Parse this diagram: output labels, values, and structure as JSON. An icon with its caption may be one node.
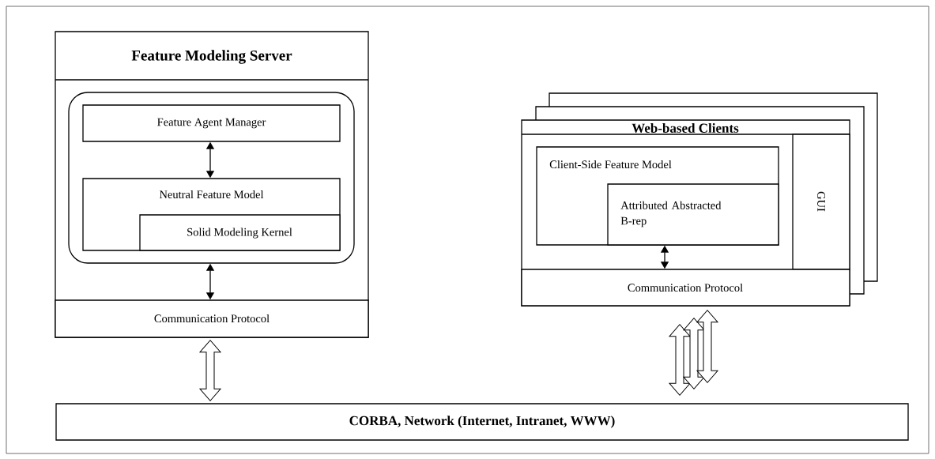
{
  "diagram": {
    "nodes": [
      {
        "text": [
          "Feature Modeling Server"
        ]
      },
      {
        "text": [],
        "shape": "box",
        "in": 0
      },
      {
        "text": [
          "Feature Agent Manager"
        ],
        "in": 1
      },
      {
        "text": [
          "Neutral Feature Model"
        ],
        "in": 1
      },
      {
        "text": [
          "Solid Modeling Kernel"
        ],
        "in": 3
      },
      {
        "text": [
          "Communication Protocol"
        ],
        "in": 0
      },
      {
        "text": [
          "Web-based Clients"
        ]
      },
      {
        "text": [
          "Client-Side Feature Model"
        ],
        "in": 6
      },
      {
        "text": [
          "Attributed Abstracted B-rep"
        ],
        "in": 7
      },
      {
        "text": [
          "GUI"
        ],
        "in": 6
      },
      {
        "text": [
          "Communication Protocol"
        ],
        "in": 6
      },
      {
        "text": [
          "CORBA, Network (Internet, Intranet, WWW)"
        ]
      }
    ],
    "edges": [
      {
        "from": 2,
        "to": 3,
        "arrow": "both"
      },
      {
        "from": 1,
        "to": 5,
        "arrow": "both"
      },
      {
        "from": 8,
        "to": 10,
        "arrow": "both"
      },
      {
        "from": 5,
        "to": 11,
        "arrow": "both",
        "style": "thick"
      },
      {
        "from": 10,
        "to": 11,
        "arrow": "both",
        "style": "thick"
      },
      {
        "from": 10,
        "to": 11,
        "arrow": "both",
        "style": "thick"
      },
      {
        "from": 10,
        "to": 11,
        "arrow": "both",
        "style": "thick"
      }
    ]
  }
}
